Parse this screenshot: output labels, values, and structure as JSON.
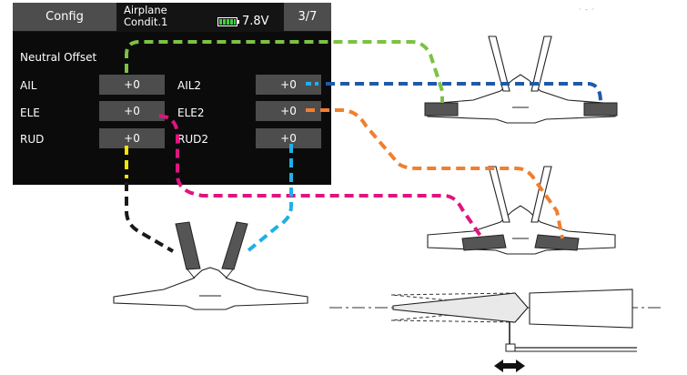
{
  "screen": {
    "config_button": "Config",
    "model_name": "Airplane",
    "condition": "Condit.1",
    "voltage": "7.8V",
    "page_indicator": "3/7",
    "title": "Neutral Offset",
    "rows": [
      {
        "label_left": "AIL",
        "value_left": "+0",
        "label_right": "AIL2",
        "value_right": "+0"
      },
      {
        "label_left": "ELE",
        "value_left": "+0",
        "label_right": "ELE2",
        "value_right": "+0"
      },
      {
        "label_left": "RUD",
        "value_left": "+0",
        "label_right": "RUD2",
        "value_right": "+0"
      }
    ]
  },
  "corner_text": "· - ·",
  "connector_colors": {
    "ail": "#7dc142",
    "ail2": "#1f5aa6",
    "ele": "#e0147f",
    "ele2": "#f07f2f",
    "rud": "#f2e500",
    "rud_tail": "#1a1a1a",
    "rud2": "#1fb0e6"
  },
  "icons": {
    "battery": "battery-icon",
    "neutral_arrow": "double-arrow-icon"
  }
}
